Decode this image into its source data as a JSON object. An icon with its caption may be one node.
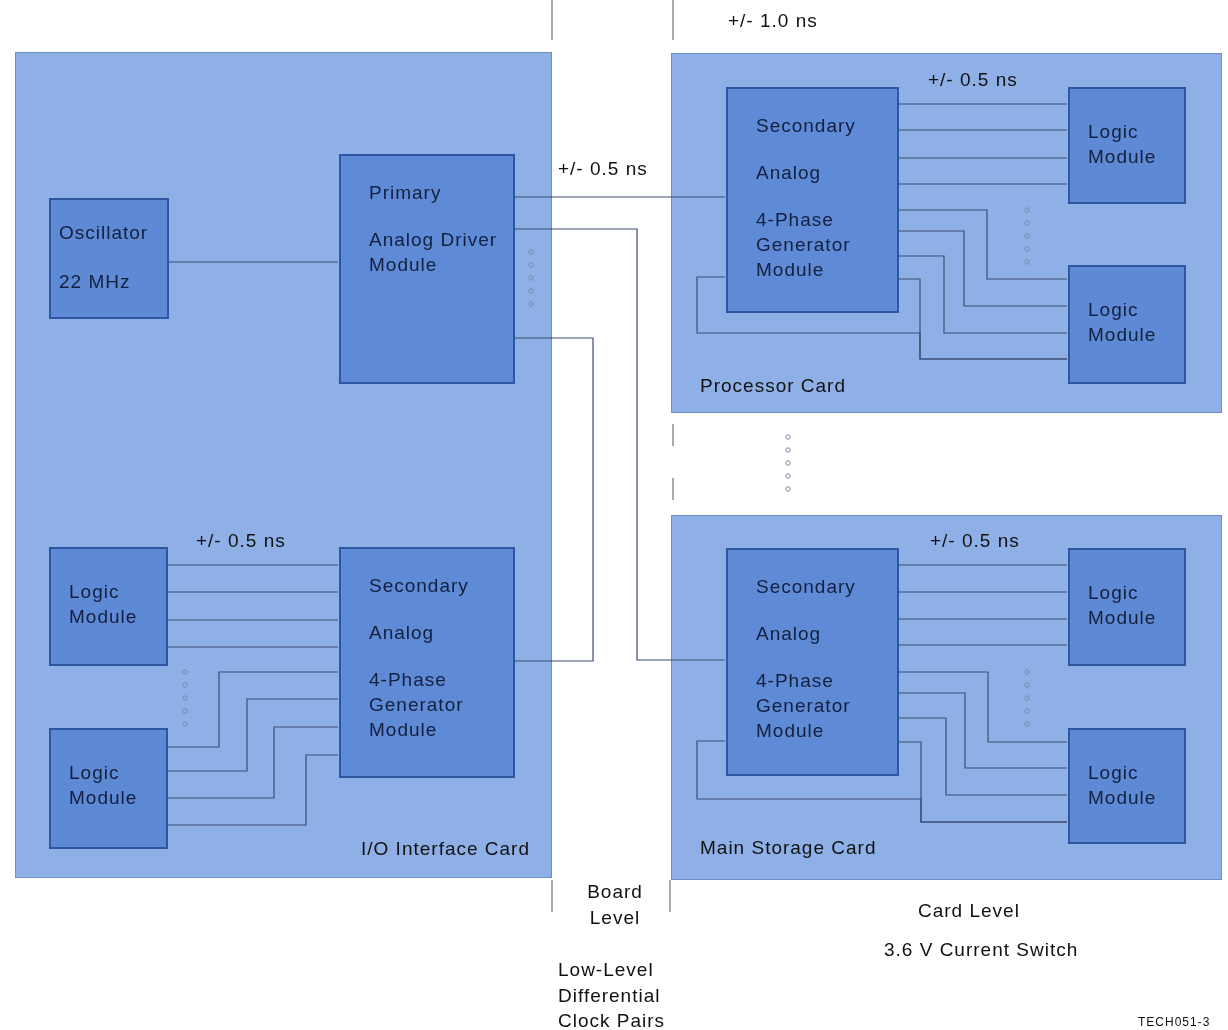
{
  "diagram": {
    "nodes": [
      {
        "text": [
          "I/O Interface Card"
        ]
      },
      {
        "text": [
          "Oscillator",
          "22 MHz"
        ],
        "in": 0
      },
      {
        "text": [
          "Primary",
          "Analog Driver Module"
        ],
        "in": 0
      },
      {
        "text": [
          "Logic Module"
        ],
        "in": 0
      },
      {
        "text": [
          "Secondary",
          "Analog",
          "4-Phase Generator Module"
        ],
        "in": 0
      },
      {
        "text": [
          "Logic Module"
        ],
        "in": 0
      },
      {
        "text": [
          "Processor Card"
        ]
      },
      {
        "text": [
          "Secondary",
          "Analog",
          "4-Phase Generator Module"
        ],
        "in": 6
      },
      {
        "text": [
          "Logic Module"
        ],
        "in": 6
      },
      {
        "text": [
          "Logic Module"
        ],
        "in": 6
      },
      {
        "text": [
          "Main Storage Card"
        ]
      },
      {
        "text": [
          "Secondary",
          "Analog",
          "4-Phase Generator Module"
        ],
        "in": 10
      },
      {
        "text": [
          "Logic Module"
        ],
        "in": 10
      },
      {
        "text": [
          "Logic Module"
        ],
        "in": 10
      }
    ],
    "edges": [
      {
        "from": 1,
        "to": 2,
        "arrow": "none"
      },
      {
        "from": 2,
        "to": 7,
        "arrow": "none",
        "label": "+/- 0.5 ns"
      },
      {
        "from": 2,
        "to": 11,
        "arrow": "none"
      },
      {
        "from": 2,
        "to": 4,
        "arrow": "none"
      },
      {
        "from": 3,
        "to": 4,
        "arrow": "none"
      },
      {
        "from": 3,
        "to": 4,
        "arrow": "none"
      },
      {
        "from": 3,
        "to": 4,
        "arrow": "none"
      },
      {
        "from": 3,
        "to": 4,
        "arrow": "none"
      },
      {
        "from": 4,
        "to": 5,
        "arrow": "none"
      },
      {
        "from": 4,
        "to": 5,
        "arrow": "none"
      },
      {
        "from": 4,
        "to": 5,
        "arrow": "none"
      },
      {
        "from": 4,
        "to": 5,
        "arrow": "none"
      },
      {
        "from": 7,
        "to": 8,
        "arrow": "none"
      },
      {
        "from": 7,
        "to": 8,
        "arrow": "none"
      },
      {
        "from": 7,
        "to": 8,
        "arrow": "none"
      },
      {
        "from": 7,
        "to": 8,
        "arrow": "none"
      },
      {
        "from": 7,
        "to": 9,
        "arrow": "none"
      },
      {
        "from": 7,
        "to": 9,
        "arrow": "none"
      },
      {
        "from": 7,
        "to": 9,
        "arrow": "none"
      },
      {
        "from": 7,
        "to": 9,
        "arrow": "none"
      },
      {
        "from": 7,
        "to": 9,
        "arrow": "none"
      },
      {
        "from": 11,
        "to": 12,
        "arrow": "none"
      },
      {
        "from": 11,
        "to": 12,
        "arrow": "none"
      },
      {
        "from": 11,
        "to": 12,
        "arrow": "none"
      },
      {
        "from": 11,
        "to": 12,
        "arrow": "none"
      },
      {
        "from": 11,
        "to": 13,
        "arrow": "none"
      },
      {
        "from": 11,
        "to": 13,
        "arrow": "none"
      },
      {
        "from": 11,
        "to": 13,
        "arrow": "none"
      },
      {
        "from": 11,
        "to": 13,
        "arrow": "none"
      },
      {
        "from": 11,
        "to": 13,
        "arrow": "none"
      }
    ],
    "labels": [
      "+/- 1.0 ns",
      "+/- 0.5 ns",
      "+/- 0.5 ns",
      "+/- 0.5 ns",
      "Board Level",
      "Card Level",
      "3.6 V Current Switch",
      "Low-Level Differential Clock Pairs",
      "TECH051-3"
    ]
  }
}
